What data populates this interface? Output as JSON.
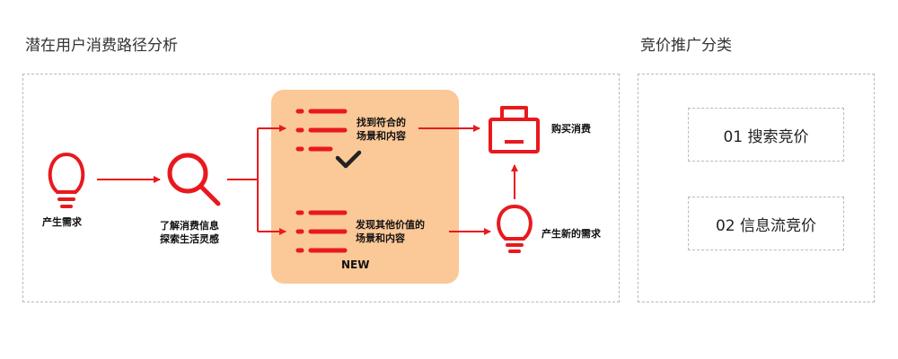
{
  "header": {
    "left_title": "潜在用户消费路径分析",
    "right_title": "竞价推广分类"
  },
  "flow": {
    "nodes": {
      "need": {
        "label": "产生需求",
        "icon": "lightbulb-icon"
      },
      "explore": {
        "label_line1": "了解消费信息",
        "label_line2": "探索生活灵感",
        "icon": "magnifier-icon"
      },
      "match": {
        "label_line1": "找到符合的",
        "label_line2": "场景和内容",
        "icon": "list-check-icon"
      },
      "discover": {
        "label_line1": "发现其他价值的",
        "label_line2": "场景和内容",
        "badge": "NEW",
        "icon": "list-icon"
      },
      "purchase": {
        "label": "购买消费",
        "icon": "shopping-basket-icon"
      },
      "new_need": {
        "label": "产生新的需求",
        "icon": "lightbulb-icon"
      }
    },
    "colors": {
      "accent": "#e8191e",
      "highlight": "#fbc898",
      "check": "#222222"
    }
  },
  "categories": [
    {
      "label": "01 搜索竞价"
    },
    {
      "label": "02 信息流竞价"
    }
  ]
}
